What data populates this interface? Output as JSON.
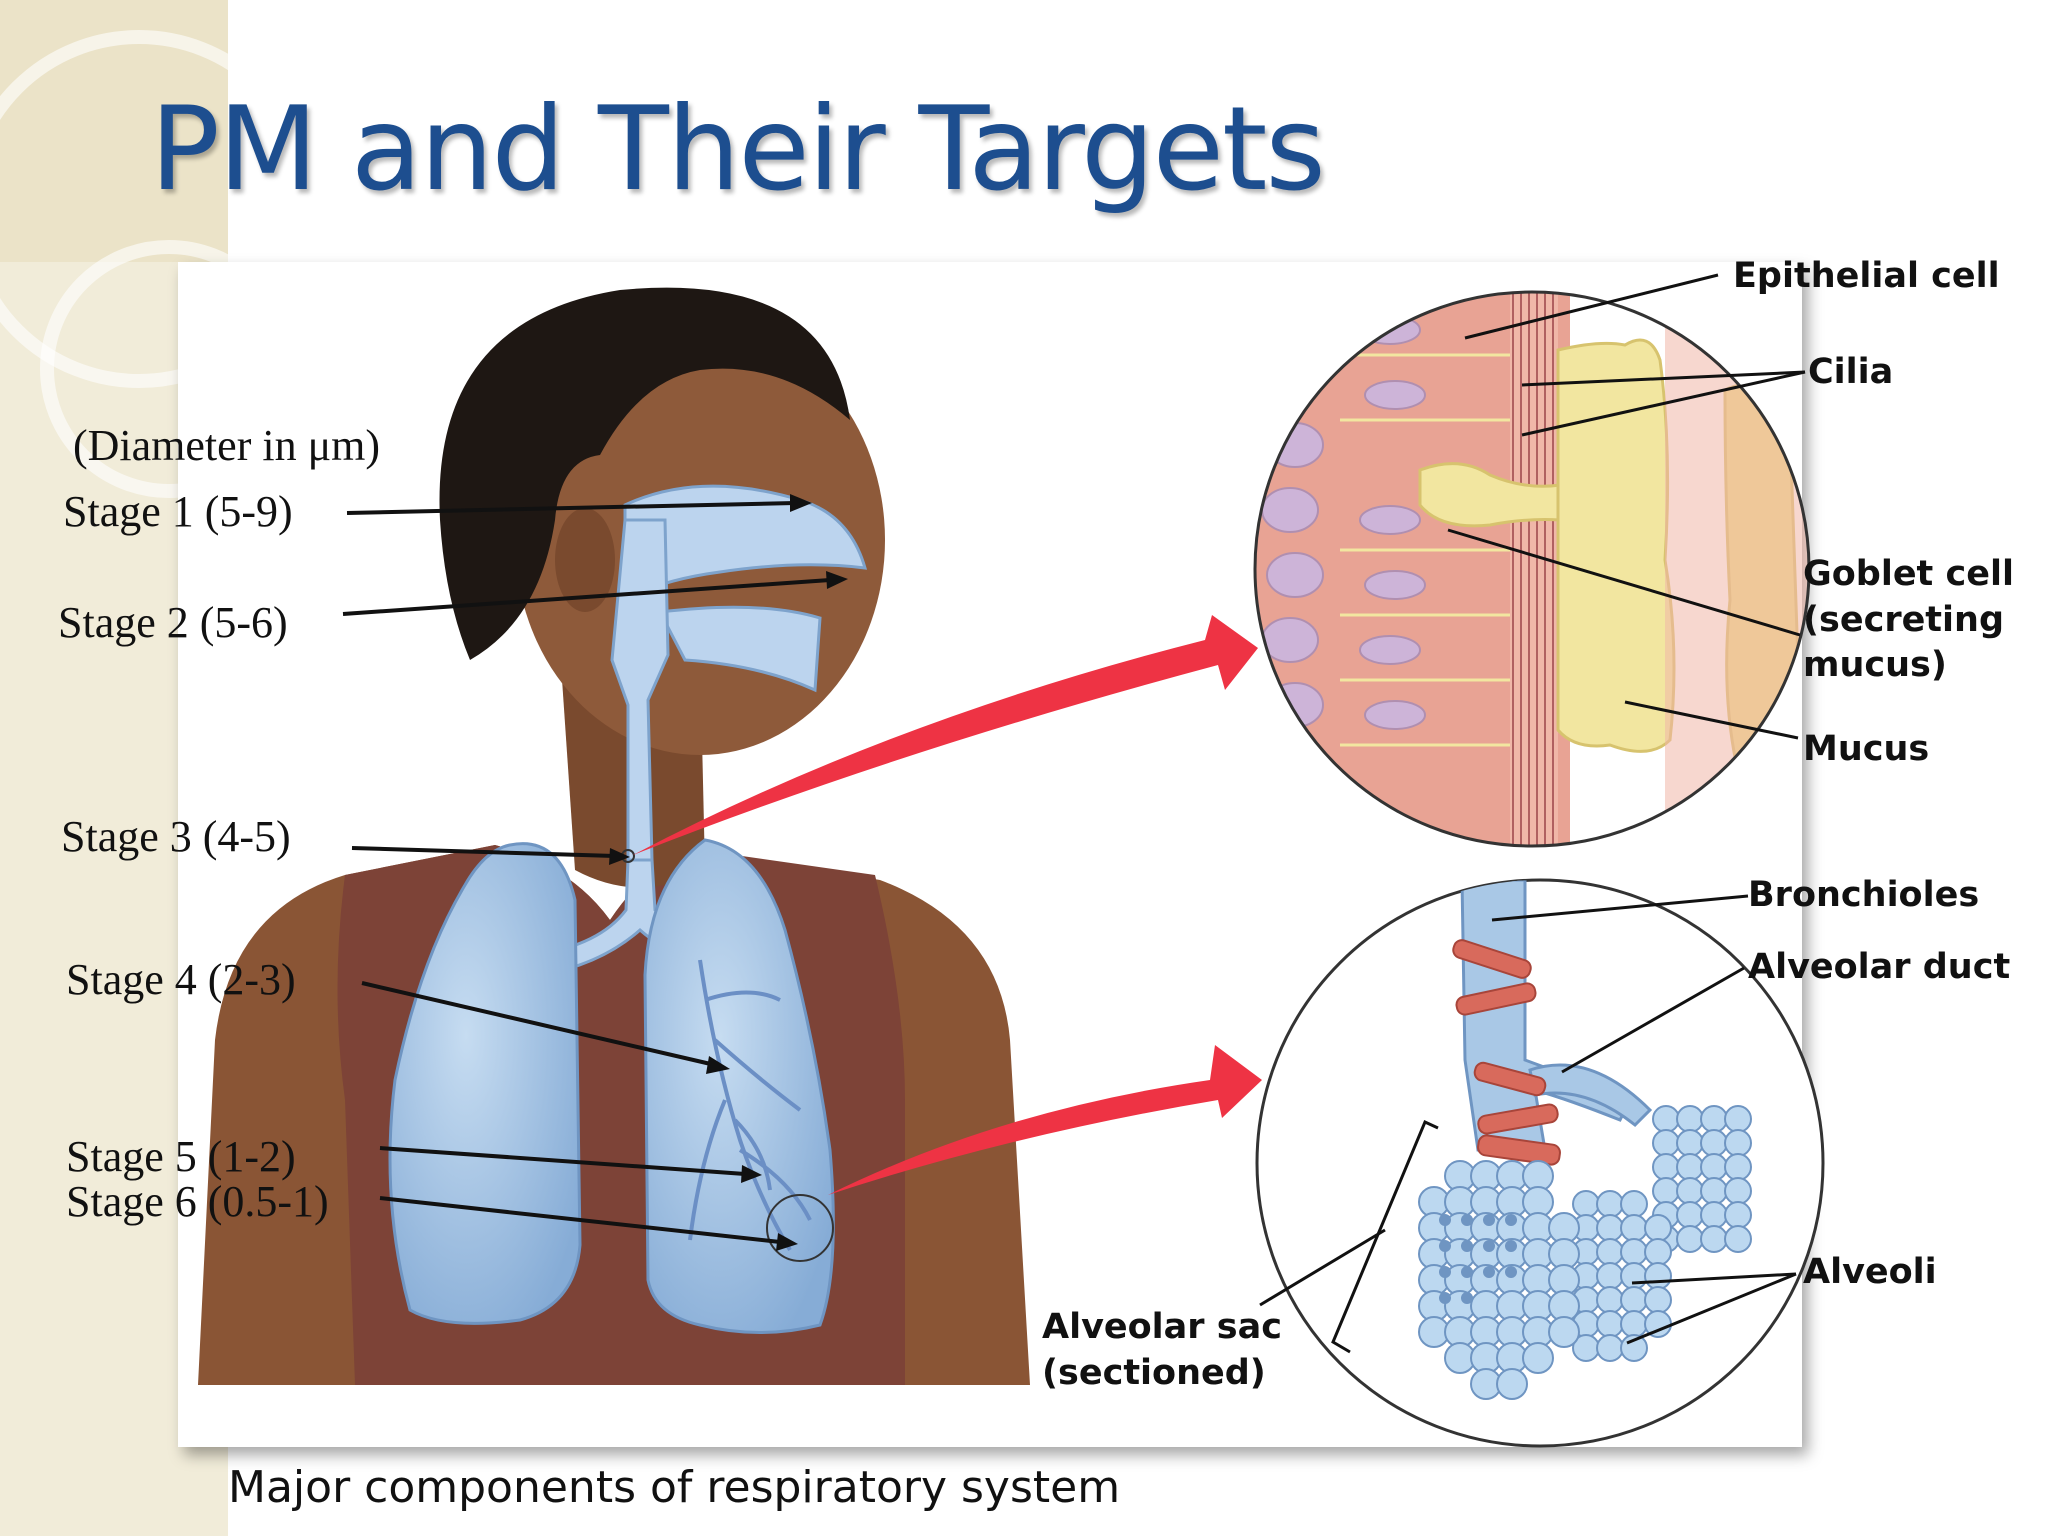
{
  "title": "PM and Their Targets",
  "diameter_note": "(Diameter in μm)",
  "stages": [
    {
      "label": "Stage 1 (5-9)",
      "target": "nasal cavity"
    },
    {
      "label": "Stage 2 (5-6)",
      "target": "pharynx"
    },
    {
      "label": "Stage 3 (4-5)",
      "target": "trachea"
    },
    {
      "label": "Stage 4 (2-3)",
      "target": "bronchi"
    },
    {
      "label": "Stage 5 (1-2)",
      "target": "bronchioles"
    },
    {
      "label": "Stage 6 (0.5-1)",
      "target": "alveoli"
    }
  ],
  "airway_inset": {
    "labels": {
      "epithelial_cell": "Epithelial cell",
      "cilia": "Cilia",
      "goblet_cell": "Goblet cell\n(secreting\nmucus)",
      "mucus": "Mucus"
    }
  },
  "alveolar_inset": {
    "labels": {
      "bronchioles": "Bronchioles",
      "alveolar_duct": "Alveolar duct",
      "alveoli": "Alveoli",
      "alveolar_sac": "Alveolar sac\n(sectioned)"
    }
  },
  "caption": "Major components of respiratory system",
  "colors": {
    "title": "#1d4e8f",
    "arrow": "#ee3344",
    "lung": "#a9c8e6",
    "skin": "#8a5535",
    "shirt": "#7d4337",
    "mucus": "#f2e6a0",
    "tissue": "#e8a394"
  }
}
